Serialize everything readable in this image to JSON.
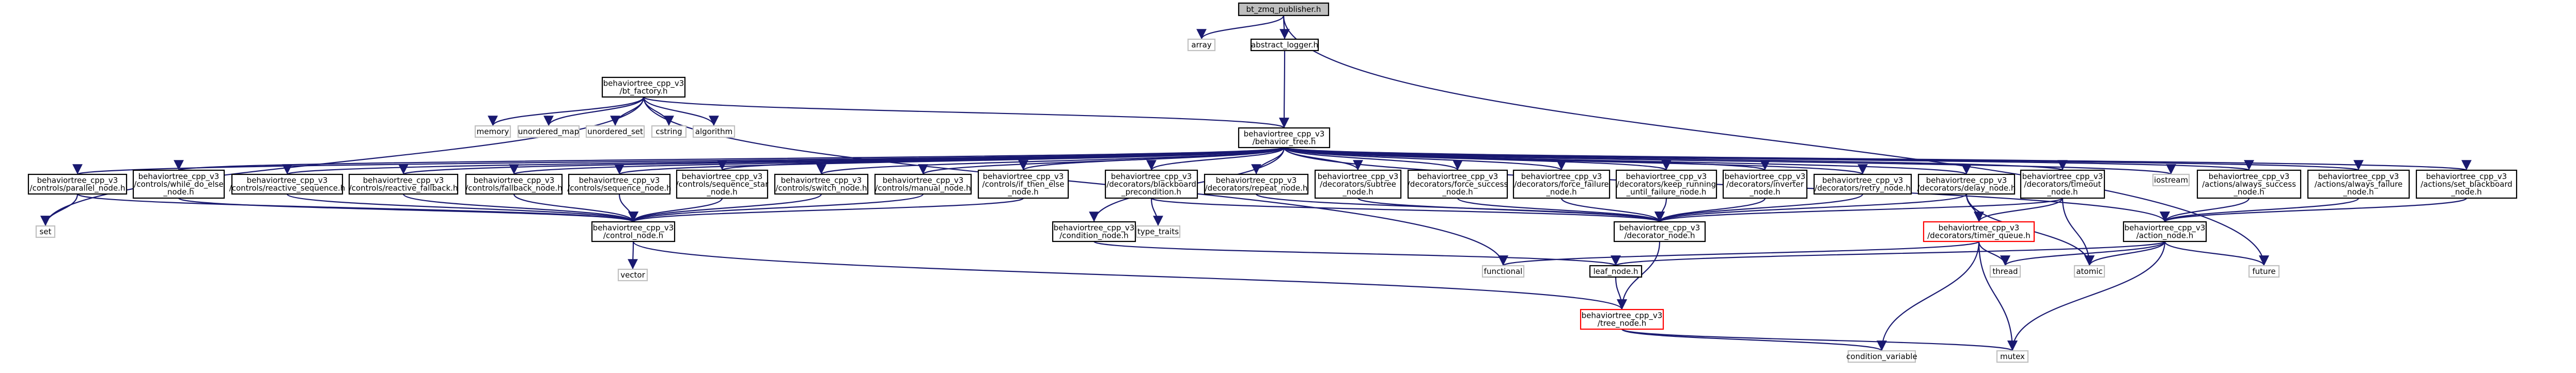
{
  "title": "bt_zmq_publisher.h include dependency graph",
  "nodes": {
    "root": {
      "lines": [
        "bt_zmq_publisher.h"
      ],
      "style": "root"
    },
    "array": {
      "lines": [
        "array"
      ],
      "style": "ext"
    },
    "abstract_logger": {
      "lines": [
        "abstract_logger.h"
      ],
      "style": "normal"
    },
    "bt_factory": {
      "lines": [
        "behaviortree_cpp_v3",
        "/bt_factory.h"
      ],
      "style": "normal"
    },
    "memory": {
      "lines": [
        "memory"
      ],
      "style": "ext"
    },
    "unordered_map": {
      "lines": [
        "unordered_map"
      ],
      "style": "ext"
    },
    "unordered_set": {
      "lines": [
        "unordered_set"
      ],
      "style": "ext"
    },
    "cstring": {
      "lines": [
        "cstring"
      ],
      "style": "ext"
    },
    "algorithm": {
      "lines": [
        "algorithm"
      ],
      "style": "ext"
    },
    "behavior_tree": {
      "lines": [
        "behaviortree_cpp_v3",
        "/behavior_tree.h"
      ],
      "style": "normal"
    },
    "parallel_node": {
      "lines": [
        "behaviortree_cpp_v3",
        "/controls/parallel_node.h"
      ],
      "style": "normal"
    },
    "while_do_else": {
      "lines": [
        "behaviortree_cpp_v3",
        "/controls/while_do_else",
        "_node.h"
      ],
      "style": "normal"
    },
    "reactive_sequence": {
      "lines": [
        "behaviortree_cpp_v3",
        "/controls/reactive_sequence.h"
      ],
      "style": "normal"
    },
    "reactive_fallback": {
      "lines": [
        "behaviortree_cpp_v3",
        "/controls/reactive_fallback.h"
      ],
      "style": "normal"
    },
    "fallback_node": {
      "lines": [
        "behaviortree_cpp_v3",
        "/controls/fallback_node.h"
      ],
      "style": "normal"
    },
    "sequence_node": {
      "lines": [
        "behaviortree_cpp_v3",
        "/controls/sequence_node.h"
      ],
      "style": "normal"
    },
    "sequence_star": {
      "lines": [
        "behaviortree_cpp_v3",
        "/controls/sequence_star",
        "_node.h"
      ],
      "style": "normal"
    },
    "switch_node": {
      "lines": [
        "behaviortree_cpp_v3",
        "/controls/switch_node.h"
      ],
      "style": "normal"
    },
    "manual_node": {
      "lines": [
        "behaviortree_cpp_v3",
        "/controls/manual_node.h"
      ],
      "style": "normal"
    },
    "if_then_else": {
      "lines": [
        "behaviortree_cpp_v3",
        "/controls/if_then_else",
        "_node.h"
      ],
      "style": "normal"
    },
    "condition_node": {
      "lines": [
        "behaviortree_cpp_v3",
        "/condition_node.h"
      ],
      "style": "normal"
    },
    "blackboard_precondition": {
      "lines": [
        "behaviortree_cpp_v3",
        "/decorators/blackboard",
        "_precondition.h"
      ],
      "style": "normal"
    },
    "type_traits": {
      "lines": [
        "type_traits"
      ],
      "style": "ext"
    },
    "repeat_node": {
      "lines": [
        "behaviortree_cpp_v3",
        "/decorators/repeat_node.h"
      ],
      "style": "normal"
    },
    "subtree_node": {
      "lines": [
        "behaviortree_cpp_v3",
        "/decorators/subtree",
        "_node.h"
      ],
      "style": "normal"
    },
    "force_success": {
      "lines": [
        "behaviortree_cpp_v3",
        "/decorators/force_success",
        "_node.h"
      ],
      "style": "normal"
    },
    "force_failure": {
      "lines": [
        "behaviortree_cpp_v3",
        "/decorators/force_failure",
        "_node.h"
      ],
      "style": "normal"
    },
    "keep_running": {
      "lines": [
        "behaviortree_cpp_v3",
        "/decorators/keep_running",
        "_until_failure_node.h"
      ],
      "style": "normal"
    },
    "inverter_node": {
      "lines": [
        "behaviortree_cpp_v3",
        "/decorators/inverter",
        "_node.h"
      ],
      "style": "normal"
    },
    "retry_node": {
      "lines": [
        "behaviortree_cpp_v3",
        "/decorators/retry_node.h"
      ],
      "style": "normal"
    },
    "delay_node": {
      "lines": [
        "behaviortree_cpp_v3",
        "/decorators/delay_node.h"
      ],
      "style": "normal"
    },
    "timeout_node": {
      "lines": [
        "behaviortree_cpp_v3",
        "/decorators/timeout",
        "_node.h"
      ],
      "style": "normal"
    },
    "iostream": {
      "lines": [
        "iostream"
      ],
      "style": "ext"
    },
    "always_success": {
      "lines": [
        "behaviortree_cpp_v3",
        "/actions/always_success",
        "_node.h"
      ],
      "style": "normal"
    },
    "always_failure": {
      "lines": [
        "behaviortree_cpp_v3",
        "/actions/always_failure",
        "_node.h"
      ],
      "style": "normal"
    },
    "set_blackboard": {
      "lines": [
        "behaviortree_cpp_v3",
        "/actions/set_blackboard",
        "_node.h"
      ],
      "style": "normal"
    },
    "set": {
      "lines": [
        "set"
      ],
      "style": "ext"
    },
    "control_node": {
      "lines": [
        "behaviortree_cpp_v3",
        "/control_node.h"
      ],
      "style": "normal"
    },
    "vector": {
      "lines": [
        "vector"
      ],
      "style": "ext"
    },
    "decorator_node": {
      "lines": [
        "behaviortree_cpp_v3",
        "/decorator_node.h"
      ],
      "style": "normal"
    },
    "timer_queue": {
      "lines": [
        "behaviortree_cpp_v3",
        "/decorators/timer_queue.h"
      ],
      "style": "red"
    },
    "action_node": {
      "lines": [
        "behaviortree_cpp_v3",
        "/action_node.h"
      ],
      "style": "normal"
    },
    "functional": {
      "lines": [
        "functional"
      ],
      "style": "ext"
    },
    "leaf_node": {
      "lines": [
        "leaf_node.h"
      ],
      "style": "normal"
    },
    "thread": {
      "lines": [
        "thread"
      ],
      "style": "ext"
    },
    "atomic": {
      "lines": [
        "atomic"
      ],
      "style": "ext"
    },
    "future": {
      "lines": [
        "future"
      ],
      "style": "ext"
    },
    "tree_node": {
      "lines": [
        "behaviortree_cpp_v3",
        "/tree_node.h"
      ],
      "style": "red"
    },
    "condition_variable": {
      "lines": [
        "condition_variable"
      ],
      "style": "ext"
    },
    "mutex": {
      "lines": [
        "mutex"
      ],
      "style": "ext"
    }
  },
  "edges": [
    [
      "root",
      "array"
    ],
    [
      "root",
      "abstract_logger"
    ],
    [
      "root",
      "future"
    ],
    [
      "abstract_logger",
      "behavior_tree"
    ],
    [
      "bt_factory",
      "memory"
    ],
    [
      "bt_factory",
      "unordered_map"
    ],
    [
      "bt_factory",
      "unordered_set"
    ],
    [
      "bt_factory",
      "cstring"
    ],
    [
      "bt_factory",
      "algorithm"
    ],
    [
      "bt_factory",
      "behavior_tree"
    ],
    [
      "bt_factory",
      "set"
    ],
    [
      "bt_factory",
      "functional"
    ],
    [
      "behavior_tree",
      "parallel_node"
    ],
    [
      "behavior_tree",
      "while_do_else"
    ],
    [
      "behavior_tree",
      "reactive_sequence"
    ],
    [
      "behavior_tree",
      "reactive_fallback"
    ],
    [
      "behavior_tree",
      "fallback_node"
    ],
    [
      "behavior_tree",
      "sequence_node"
    ],
    [
      "behavior_tree",
      "sequence_star"
    ],
    [
      "behavior_tree",
      "switch_node"
    ],
    [
      "behavior_tree",
      "manual_node"
    ],
    [
      "behavior_tree",
      "if_then_else"
    ],
    [
      "behavior_tree",
      "condition_node"
    ],
    [
      "behavior_tree",
      "blackboard_precondition"
    ],
    [
      "behavior_tree",
      "repeat_node"
    ],
    [
      "behavior_tree",
      "subtree_node"
    ],
    [
      "behavior_tree",
      "force_success"
    ],
    [
      "behavior_tree",
      "force_failure"
    ],
    [
      "behavior_tree",
      "keep_running"
    ],
    [
      "behavior_tree",
      "inverter_node"
    ],
    [
      "behavior_tree",
      "retry_node"
    ],
    [
      "behavior_tree",
      "delay_node"
    ],
    [
      "behavior_tree",
      "timeout_node"
    ],
    [
      "behavior_tree",
      "iostream"
    ],
    [
      "behavior_tree",
      "always_success"
    ],
    [
      "behavior_tree",
      "always_failure"
    ],
    [
      "behavior_tree",
      "set_blackboard"
    ],
    [
      "behavior_tree",
      "action_node"
    ],
    [
      "parallel_node",
      "control_node"
    ],
    [
      "parallel_node",
      "set"
    ],
    [
      "while_do_else",
      "control_node"
    ],
    [
      "reactive_sequence",
      "control_node"
    ],
    [
      "reactive_fallback",
      "control_node"
    ],
    [
      "fallback_node",
      "control_node"
    ],
    [
      "sequence_node",
      "control_node"
    ],
    [
      "sequence_star",
      "control_node"
    ],
    [
      "switch_node",
      "control_node"
    ],
    [
      "manual_node",
      "control_node"
    ],
    [
      "if_then_else",
      "control_node"
    ],
    [
      "blackboard_precondition",
      "decorator_node"
    ],
    [
      "blackboard_precondition",
      "type_traits"
    ],
    [
      "repeat_node",
      "decorator_node"
    ],
    [
      "subtree_node",
      "decorator_node"
    ],
    [
      "force_success",
      "decorator_node"
    ],
    [
      "force_failure",
      "decorator_node"
    ],
    [
      "keep_running",
      "decorator_node"
    ],
    [
      "inverter_node",
      "decorator_node"
    ],
    [
      "retry_node",
      "decorator_node"
    ],
    [
      "delay_node",
      "decorator_node"
    ],
    [
      "delay_node",
      "timer_queue"
    ],
    [
      "delay_node",
      "atomic"
    ],
    [
      "timeout_node",
      "decorator_node"
    ],
    [
      "timeout_node",
      "timer_queue"
    ],
    [
      "timeout_node",
      "atomic"
    ],
    [
      "always_success",
      "action_node"
    ],
    [
      "always_failure",
      "action_node"
    ],
    [
      "set_blackboard",
      "action_node"
    ],
    [
      "condition_node",
      "leaf_node"
    ],
    [
      "control_node",
      "vector"
    ],
    [
      "control_node",
      "tree_node"
    ],
    [
      "decorator_node",
      "tree_node"
    ],
    [
      "timer_queue",
      "functional"
    ],
    [
      "timer_queue",
      "thread"
    ],
    [
      "timer_queue",
      "condition_variable"
    ],
    [
      "timer_queue",
      "mutex"
    ],
    [
      "action_node",
      "leaf_node"
    ],
    [
      "action_node",
      "thread"
    ],
    [
      "action_node",
      "atomic"
    ],
    [
      "action_node",
      "future"
    ],
    [
      "action_node",
      "mutex"
    ],
    [
      "leaf_node",
      "tree_node"
    ],
    [
      "tree_node",
      "condition_variable"
    ],
    [
      "tree_node",
      "mutex"
    ]
  ]
}
